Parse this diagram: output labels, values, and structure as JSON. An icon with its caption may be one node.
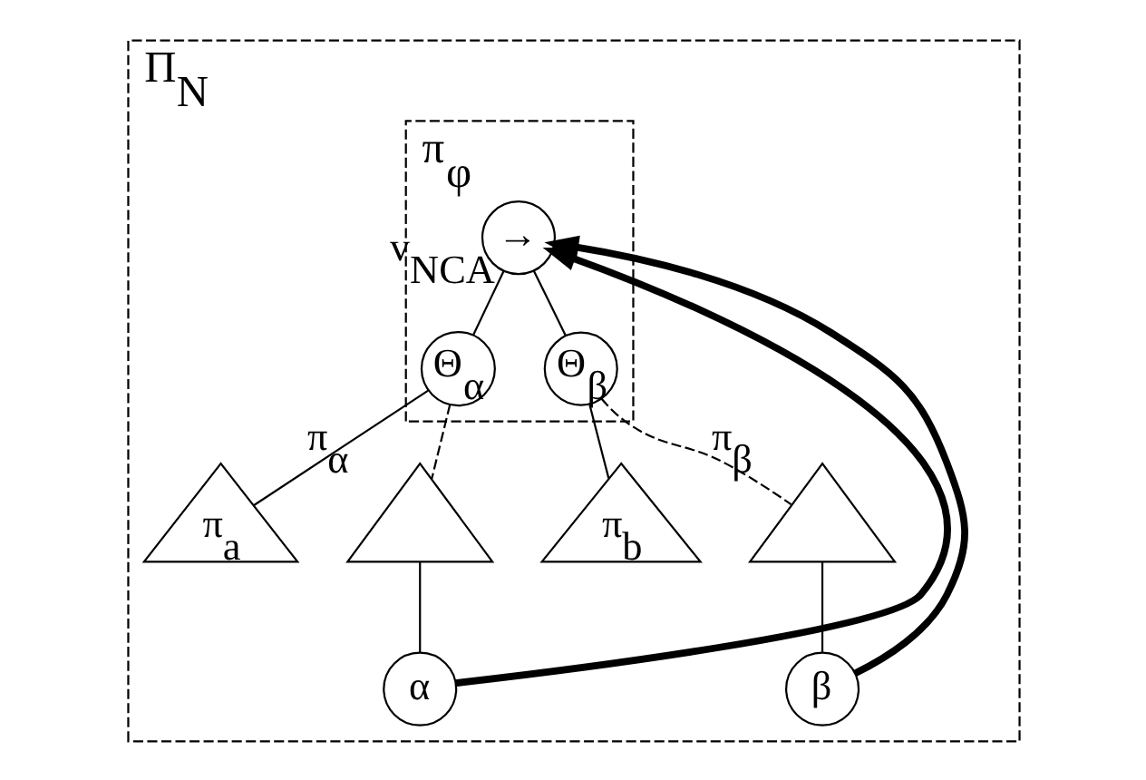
{
  "diagram": {
    "nodes": [
      {
        "text": [
          "Π$_{N}$"
        ]
      },
      {
        "text": [
          "π$_{φ}$"
        ],
        "in": 0
      },
      {
        "text": [
          "→"
        ],
        "beside": [
          "v$_{NCA}$"
        ],
        "in": 1
      },
      {
        "text": [
          "Θ$_{α}$"
        ],
        "in": 1
      },
      {
        "text": [
          "Θ$_{β}$"
        ],
        "in": 1
      },
      {
        "text": [
          "π$_{a}$"
        ],
        "in": 0
      },
      {
        "text": [],
        "shape": "triangle",
        "beside": [
          "π$_{α}$"
        ],
        "in": 0
      },
      {
        "text": [
          "α"
        ],
        "in": 0
      },
      {
        "text": [
          "π$_{b}$"
        ],
        "in": 0
      },
      {
        "text": [],
        "shape": "triangle",
        "beside": [
          "π$_{β}$"
        ],
        "in": 0
      },
      {
        "text": [
          "β"
        ],
        "in": 0
      }
    ],
    "edges": [
      {
        "from": 2,
        "to": 3,
        "arrow": "none"
      },
      {
        "from": 2,
        "to": 4,
        "arrow": "none"
      },
      {
        "from": 3,
        "to": 5,
        "arrow": "none"
      },
      {
        "from": 3,
        "to": 6,
        "arrow": "none",
        "style": "dashed"
      },
      {
        "from": 4,
        "to": 8,
        "arrow": "none"
      },
      {
        "from": 4,
        "to": 9,
        "arrow": "none",
        "style": "dashed"
      },
      {
        "from": 6,
        "to": 7,
        "arrow": "none"
      },
      {
        "from": 9,
        "to": 10,
        "arrow": "none"
      },
      {
        "from": 7,
        "to": 2,
        "arrow": "to",
        "style": "thick"
      },
      {
        "from": 10,
        "to": 2,
        "arrow": "to",
        "style": "thick"
      }
    ]
  }
}
